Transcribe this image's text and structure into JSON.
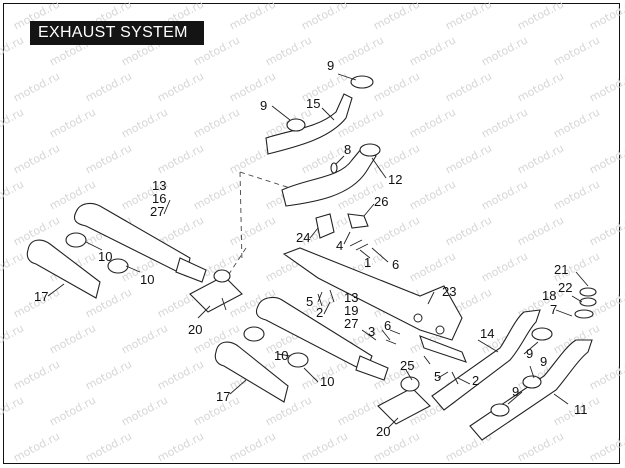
{
  "title": "EXHAUST SYSTEM",
  "watermark": "motod.ru",
  "callouts": [
    {
      "id": "c1",
      "text": "9"
    },
    {
      "id": "c2",
      "text": "9"
    },
    {
      "id": "c3",
      "text": "15"
    },
    {
      "id": "c4",
      "text": "8"
    },
    {
      "id": "c5",
      "text": "12"
    },
    {
      "id": "c6",
      "text": "13"
    },
    {
      "id": "c7",
      "text": "16"
    },
    {
      "id": "c8",
      "text": "27"
    },
    {
      "id": "c9",
      "text": "26"
    },
    {
      "id": "c10",
      "text": "24"
    },
    {
      "id": "c11",
      "text": "4"
    },
    {
      "id": "c12",
      "text": "1"
    },
    {
      "id": "c13",
      "text": "6"
    },
    {
      "id": "c14",
      "text": "10"
    },
    {
      "id": "c15",
      "text": "10"
    },
    {
      "id": "c16",
      "text": "17"
    },
    {
      "id": "c17",
      "text": "20"
    },
    {
      "id": "c18",
      "text": "5"
    },
    {
      "id": "c19",
      "text": "2"
    },
    {
      "id": "c20",
      "text": "13"
    },
    {
      "id": "c21",
      "text": "19"
    },
    {
      "id": "c22",
      "text": "27"
    },
    {
      "id": "c23",
      "text": "23"
    },
    {
      "id": "c24",
      "text": "21"
    },
    {
      "id": "c25",
      "text": "22"
    },
    {
      "id": "c26",
      "text": "18"
    },
    {
      "id": "c27",
      "text": "7"
    },
    {
      "id": "c28",
      "text": "3"
    },
    {
      "id": "c29",
      "text": "6"
    },
    {
      "id": "c30",
      "text": "14"
    },
    {
      "id": "c31",
      "text": "10"
    },
    {
      "id": "c32",
      "text": "25"
    },
    {
      "id": "c33",
      "text": "5"
    },
    {
      "id": "c34",
      "text": "2"
    },
    {
      "id": "c35",
      "text": "9"
    },
    {
      "id": "c36",
      "text": "9"
    },
    {
      "id": "c37",
      "text": "9"
    },
    {
      "id": "c38",
      "text": "10"
    },
    {
      "id": "c39",
      "text": "17"
    },
    {
      "id": "c40",
      "text": "20"
    },
    {
      "id": "c41",
      "text": "11"
    }
  ]
}
